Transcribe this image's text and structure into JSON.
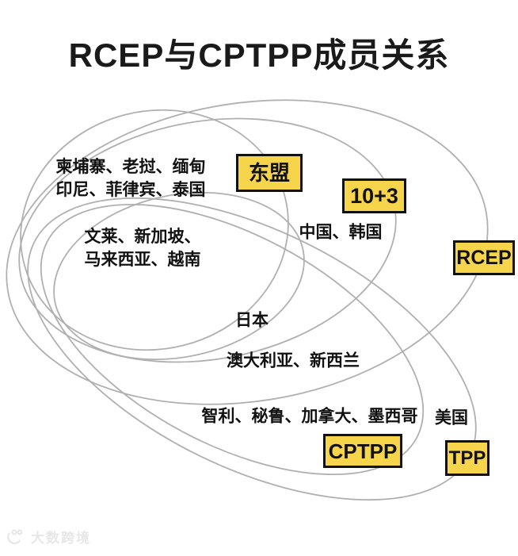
{
  "title": "RCEP与CPTPP成员关系",
  "colors": {
    "box_fill": "#f6d44c",
    "box_border": "#111111",
    "ellipse_stroke": "#b0b0b0",
    "text": "#111111",
    "watermark": "#e7e7e7"
  },
  "diagram": {
    "boxes": [
      {
        "id": "asean",
        "label": "东盟"
      },
      {
        "id": "ten-plus-three",
        "label": "10+3"
      },
      {
        "id": "rcep",
        "label": "RCEP"
      },
      {
        "id": "cptpp",
        "label": "CPTPP"
      },
      {
        "id": "tpp",
        "label": "TPP"
      }
    ],
    "groups": [
      {
        "id": "asean-only",
        "lines": [
          "柬埔寨、老挝、缅甸",
          "印尼、菲律宾、泰国"
        ]
      },
      {
        "id": "asean-cptpp",
        "lines": [
          "文莱、新加坡、",
          "马来西亚、越南"
        ]
      },
      {
        "id": "china-korea",
        "lines": [
          "中国、韩国"
        ]
      },
      {
        "id": "japan",
        "lines": [
          "日本"
        ]
      },
      {
        "id": "australia-nz",
        "lines": [
          "澳大利亚、新西兰"
        ]
      },
      {
        "id": "americas",
        "lines": [
          "智利、秘鲁、加拿大、墨西哥"
        ]
      },
      {
        "id": "usa",
        "lines": [
          "美国"
        ]
      }
    ],
    "ellipses": [
      "东盟",
      "东盟∩CPTPP",
      "10+3",
      "RCEP",
      "CPTPP",
      "TPP"
    ]
  },
  "watermark": {
    "text": "大数跨境"
  }
}
